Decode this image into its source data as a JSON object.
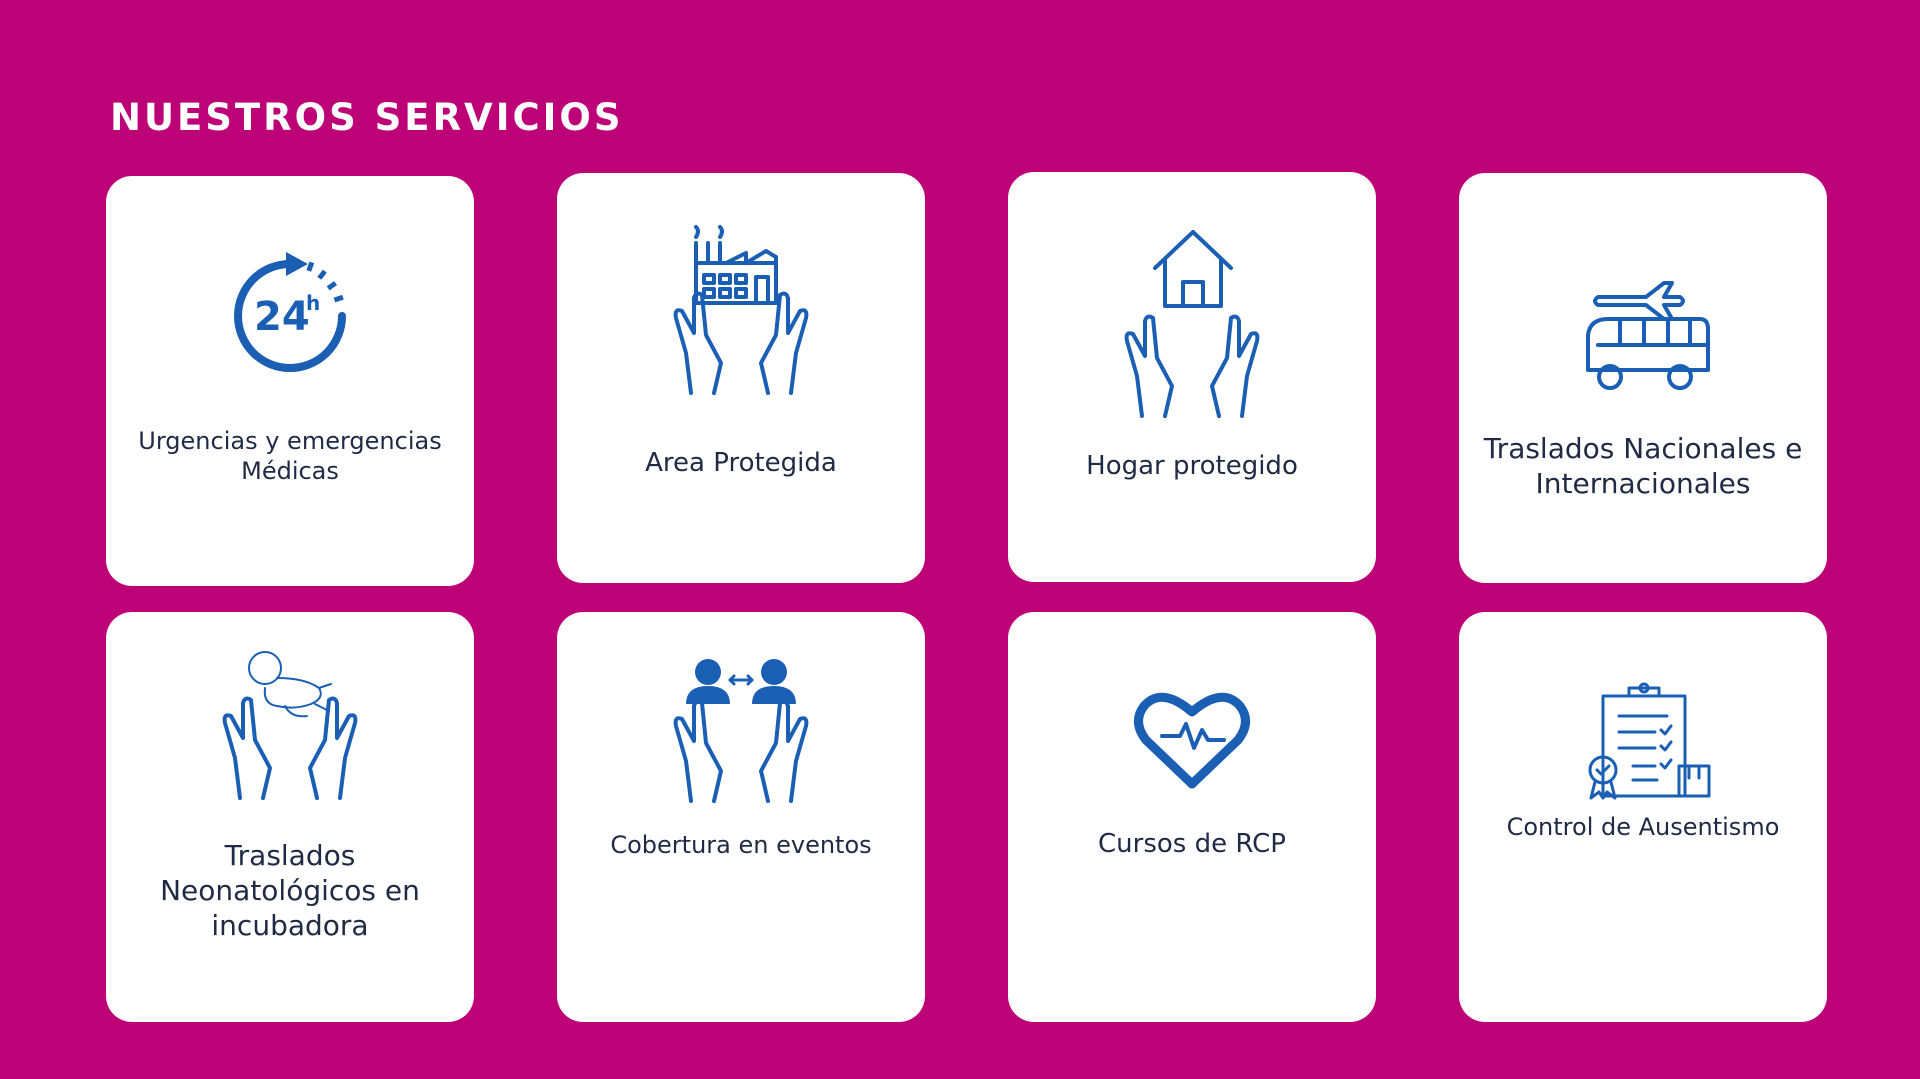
{
  "section": {
    "title": "NUESTROS SERVICIOS"
  },
  "colors": {
    "background": "#bd0277",
    "card": "#ffffff",
    "icon": "#1a5fb4",
    "text": "#1f2a44"
  },
  "services": [
    {
      "label": "Urgencias y emergencias Médicas",
      "icon": "clock-24h-icon",
      "badge": "24h"
    },
    {
      "label": "Area Protegida",
      "icon": "hands-factory-icon"
    },
    {
      "label": "Hogar protegido",
      "icon": "hands-house-icon"
    },
    {
      "label": "Traslados Nacionales e Internacionales",
      "icon": "plane-bus-icon"
    },
    {
      "label": "Traslados Neonatológicos en incubadora",
      "icon": "hands-baby-icon"
    },
    {
      "label": "Cobertura en eventos",
      "icon": "hands-people-icon"
    },
    {
      "label": "Cursos de RCP",
      "icon": "heart-pulse-icon"
    },
    {
      "label": "Control de Ausentismo",
      "icon": "clipboard-check-icon"
    }
  ]
}
